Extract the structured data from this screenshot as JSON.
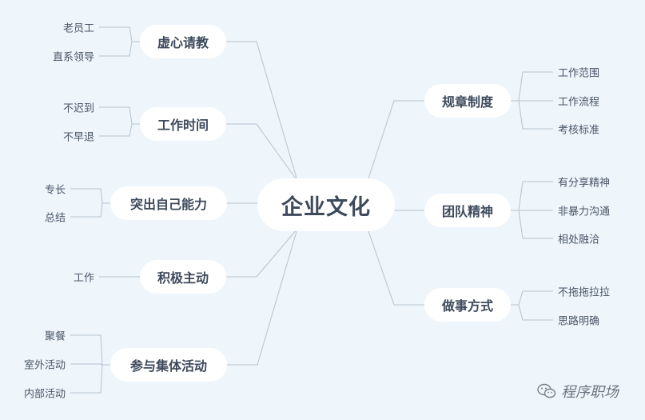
{
  "center": {
    "label": "企业文化"
  },
  "branches": {
    "xuxin": {
      "label": "虚心请教",
      "leaves": [
        "老员工",
        "直系领导"
      ]
    },
    "gongzuo": {
      "label": "工作时间",
      "leaves": [
        "不迟到",
        "不早退"
      ]
    },
    "tuchu": {
      "label": "突出自己能力",
      "leaves": [
        "专长",
        "总结"
      ]
    },
    "jiji": {
      "label": "积极主动",
      "leaves": [
        "工作"
      ]
    },
    "canyu": {
      "label": "参与集体活动",
      "leaves": [
        "聚餐",
        "室外活动",
        "内部活动"
      ]
    },
    "guizhang": {
      "label": "规章制度",
      "leaves": [
        "工作范围",
        "工作流程",
        "考核标准"
      ]
    },
    "tuandui": {
      "label": "团队精神",
      "leaves": [
        "有分享精神",
        "非暴力沟通",
        "相处融洽"
      ]
    },
    "zuoshi": {
      "label": "做事方式",
      "leaves": [
        "不拖拖拉拉",
        "思路明确"
      ]
    }
  },
  "watermark": {
    "text": "程序职场",
    "icon": "wechat-icon"
  },
  "colors": {
    "background": "#eef5fb",
    "line": "#b6c3cf",
    "text": "#3d4a5c"
  }
}
